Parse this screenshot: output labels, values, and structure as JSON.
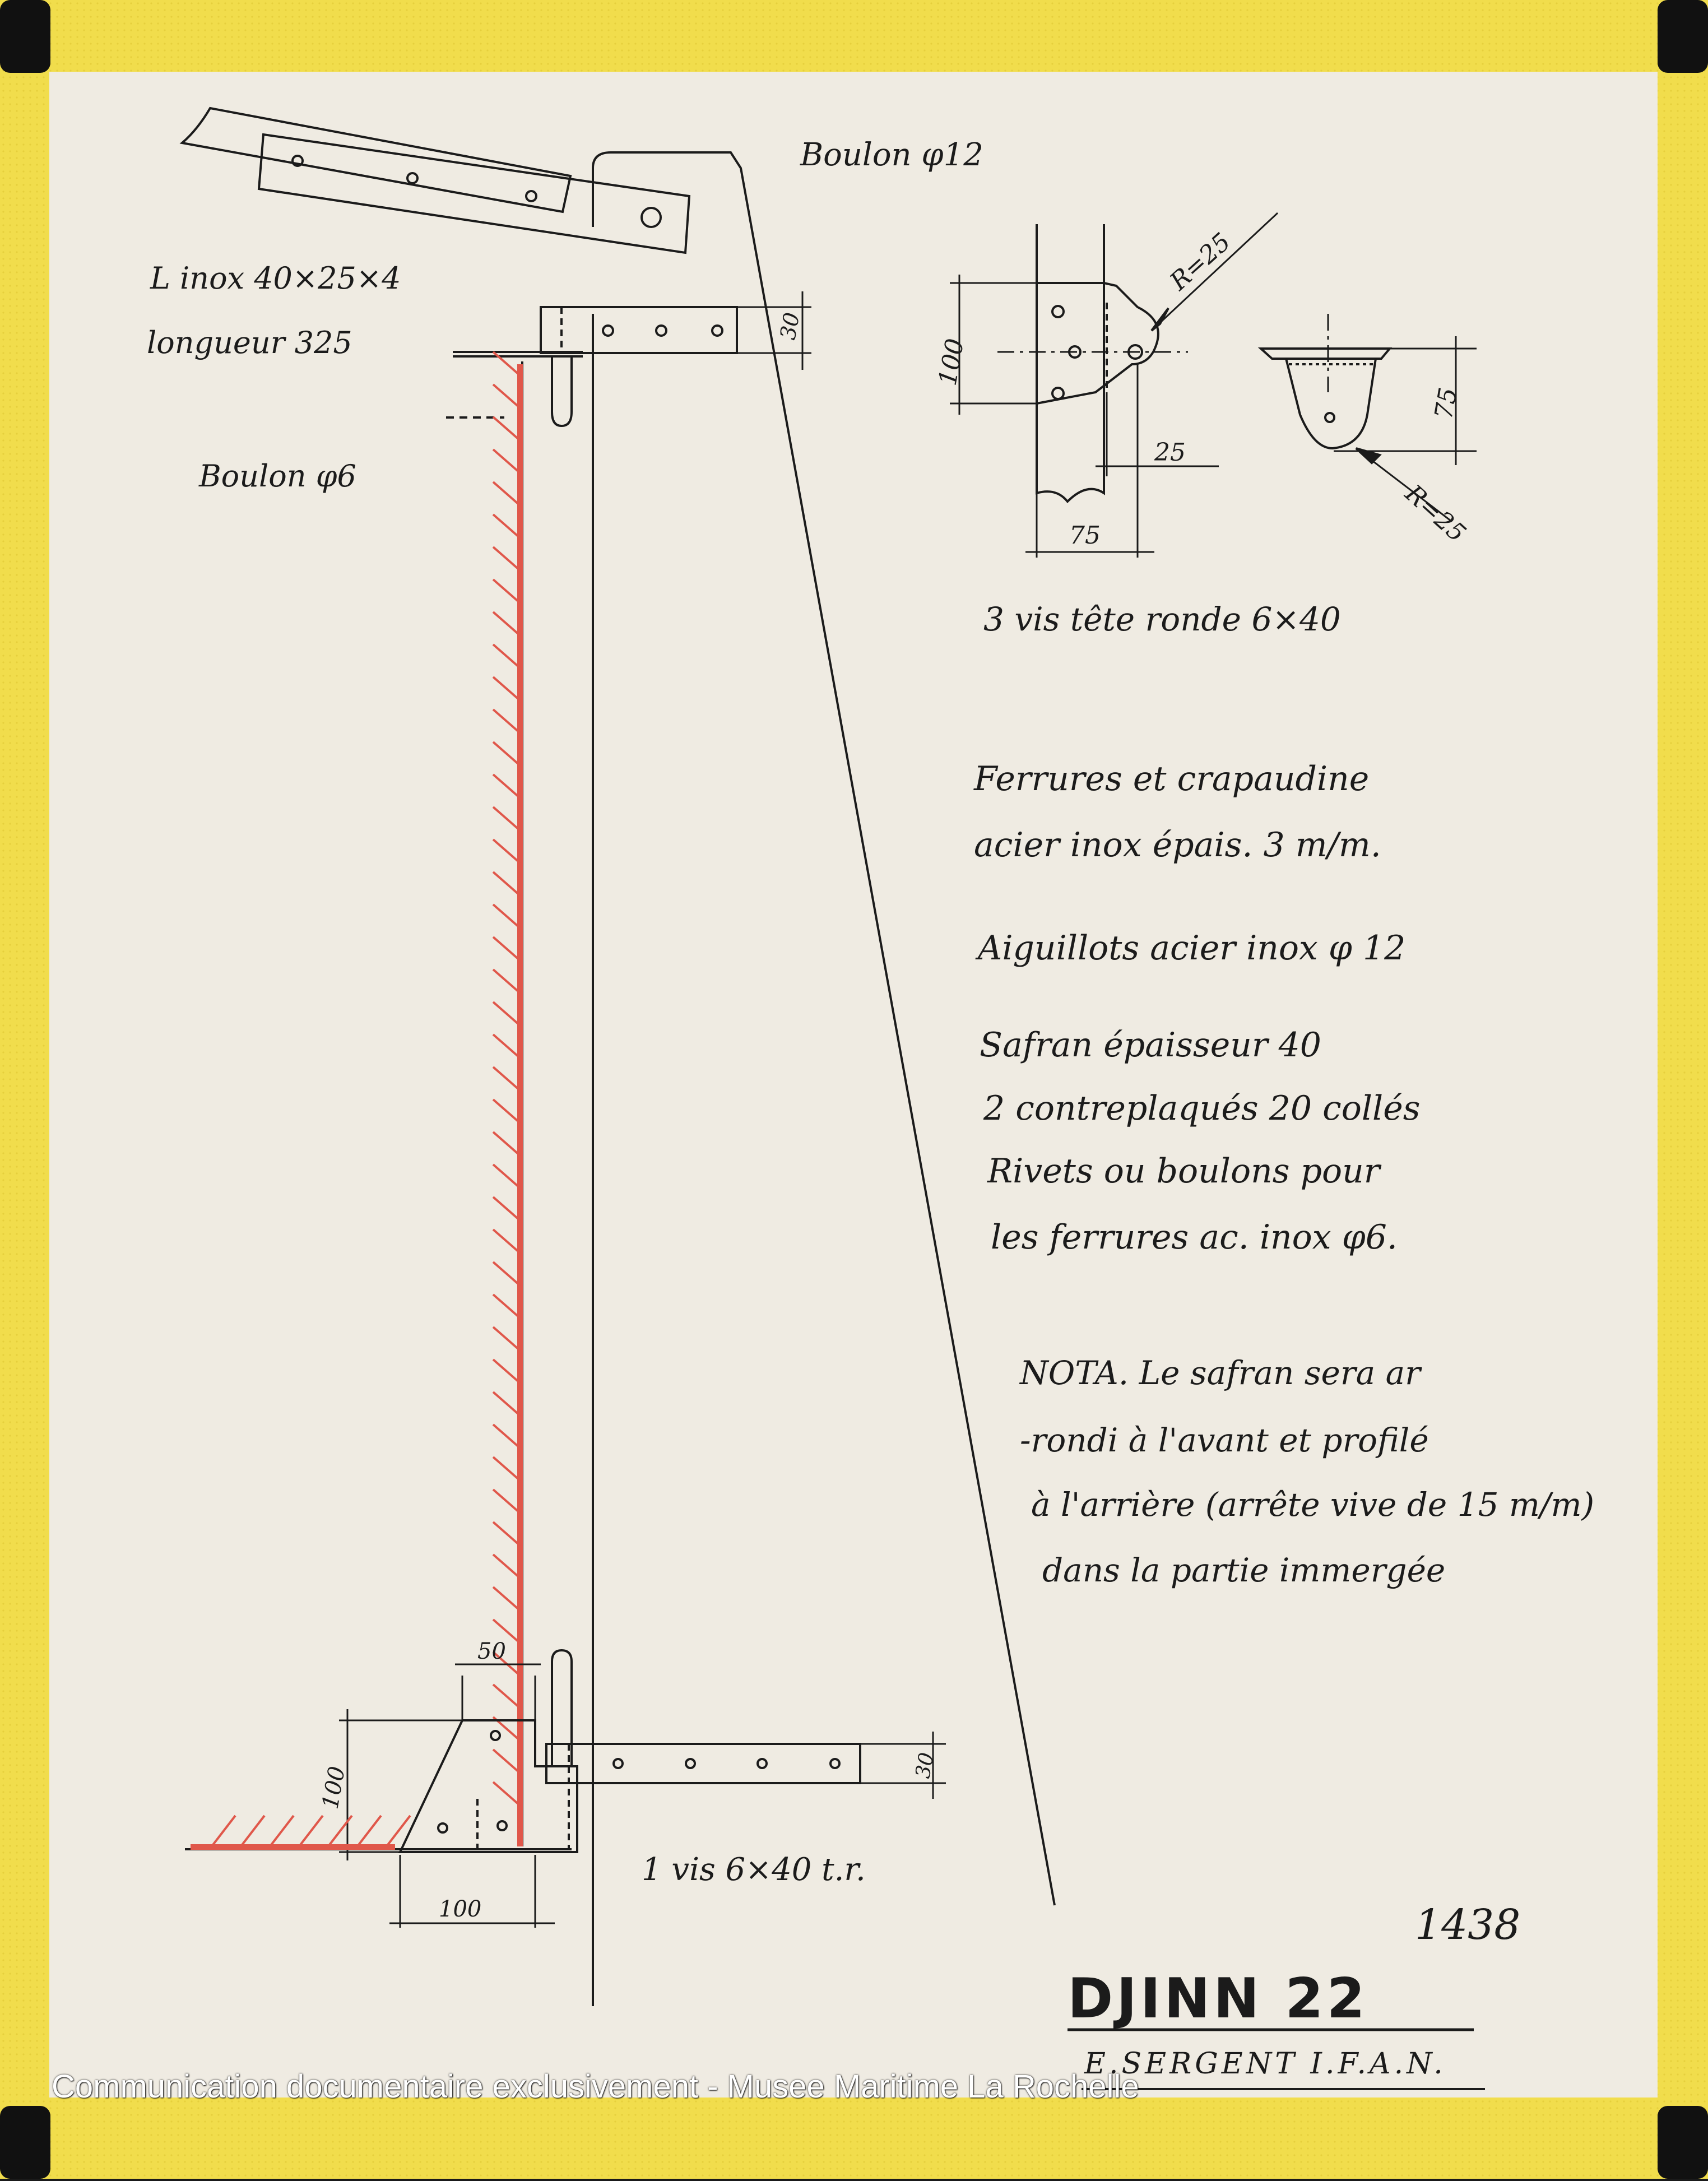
{
  "colors": {
    "tape": "#f1dd4c",
    "tape_edge": "#d8c232",
    "paper": "#efebe2",
    "ink": "#1b1b1b",
    "hatch": "#e0574a"
  },
  "labels": {
    "boulon_12": "Boulon φ12",
    "angle_iron": "L inox 40×25×4",
    "length": "longueur 325",
    "boulon_6": "Boulon φ6",
    "dim_30_top": "30",
    "dim_r25_a": "R=25",
    "dim_r25_b": "R=25",
    "dim_100_right": "100",
    "dim_75_h": "75",
    "dim_75_v": "75",
    "dim_25": "25",
    "screws_top": "3 vis tête ronde 6×40",
    "dim_50": "50",
    "dim_100_left": "100",
    "dim_100_bottom": "100",
    "dim_30_bottom": "30",
    "screws_bottom": "1 vis 6×40 t.r.",
    "drawing_number": "1438"
  },
  "notes": [
    "Ferrures et crapaudine",
    "acier inox épais. 3 m/m.",
    "Aiguillots acier inox φ 12",
    "Safran épaisseur 40",
    "2 contreplaqués 20 collés",
    "Rivets ou boulons pour",
    "les ferrures ac. inox φ6.",
    "NOTA. Le safran sera ar",
    "-rondi à l'avant et profilé",
    "à l'arrière (arrête vive de 15 m/m)",
    "dans la partie immergée"
  ],
  "title_block": {
    "title": "DJINN 22",
    "author": "E.SERGENT I.F.A.N."
  },
  "watermark": "Communication documentaire exclusivement - Musee Maritime La Rochelle"
}
